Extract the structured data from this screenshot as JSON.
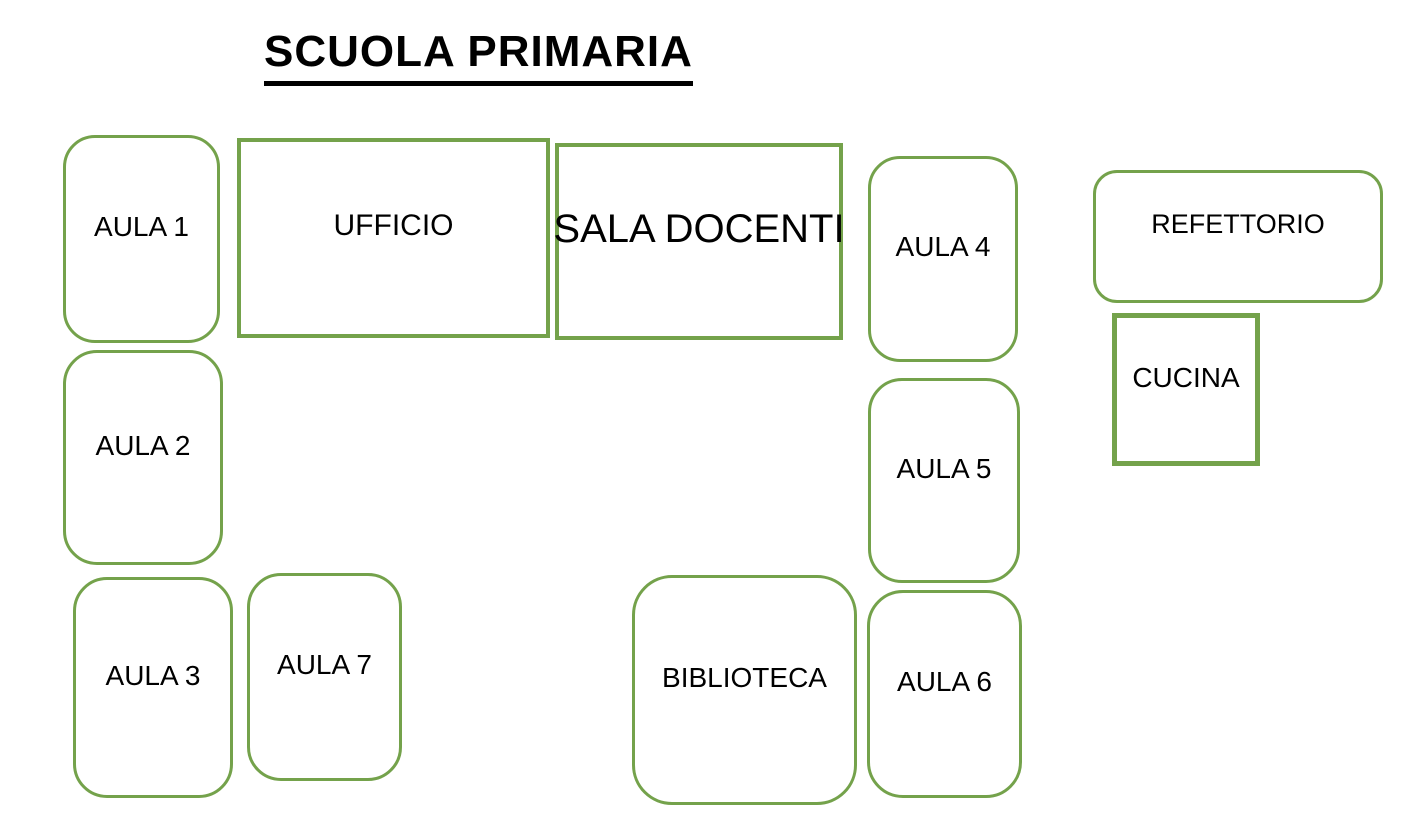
{
  "title": "SCUOLA PRIMARIA",
  "colors": {
    "room_border": "#74A24B",
    "text": "#000000",
    "background": "#FFFFFF"
  },
  "diagram": {
    "type": "floor-plan",
    "rooms": [
      {
        "id": "aula1",
        "label": "AULA 1",
        "shape": "rounded-rectangle"
      },
      {
        "id": "ufficio",
        "label": "UFFICIO",
        "shape": "rectangle"
      },
      {
        "id": "sala-docenti",
        "label": "SALA DOCENTI",
        "shape": "rectangle"
      },
      {
        "id": "aula4",
        "label": "AULA 4",
        "shape": "rounded-rectangle"
      },
      {
        "id": "refettorio",
        "label": "REFETTORIO",
        "shape": "rounded-rectangle"
      },
      {
        "id": "cucina",
        "label": "CUCINA",
        "shape": "rectangle"
      },
      {
        "id": "aula2",
        "label": "AULA 2",
        "shape": "rounded-rectangle"
      },
      {
        "id": "aula5",
        "label": "AULA 5",
        "shape": "rounded-rectangle"
      },
      {
        "id": "aula3",
        "label": "AULA 3",
        "shape": "rounded-rectangle"
      },
      {
        "id": "aula7",
        "label": "AULA 7",
        "shape": "rounded-rectangle"
      },
      {
        "id": "biblioteca",
        "label": "BIBLIOTECA",
        "shape": "rounded-rectangle"
      },
      {
        "id": "aula6",
        "label": "AULA 6",
        "shape": "rounded-rectangle"
      }
    ]
  }
}
